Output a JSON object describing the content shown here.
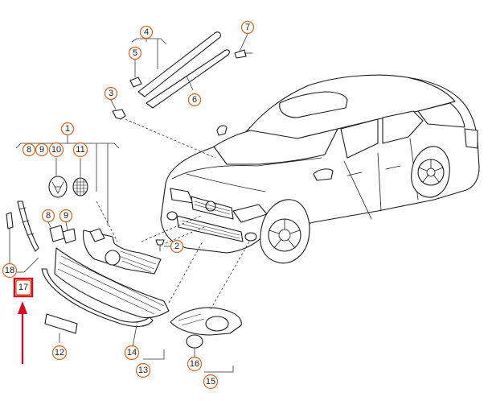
{
  "diagram": {
    "callouts": [
      {
        "id": "c1",
        "label": "1"
      },
      {
        "id": "c2",
        "label": "2"
      },
      {
        "id": "c3",
        "label": "3"
      },
      {
        "id": "c4",
        "label": "4"
      },
      {
        "id": "c5",
        "label": "5"
      },
      {
        "id": "c6",
        "label": "6"
      },
      {
        "id": "c7",
        "label": "7"
      },
      {
        "id": "c8a",
        "label": "8"
      },
      {
        "id": "c9a",
        "label": "9"
      },
      {
        "id": "c10",
        "label": "10"
      },
      {
        "id": "c11",
        "label": "11"
      },
      {
        "id": "c8b",
        "label": "8"
      },
      {
        "id": "c9b",
        "label": "9"
      },
      {
        "id": "c12",
        "label": "12"
      },
      {
        "id": "c13",
        "label": "13"
      },
      {
        "id": "c14",
        "label": "14"
      },
      {
        "id": "c15",
        "label": "15"
      },
      {
        "id": "c16",
        "label": "16"
      },
      {
        "id": "c17",
        "label": "17"
      },
      {
        "id": "c18",
        "label": "18"
      }
    ],
    "highlight": {
      "label": "17",
      "color": "#e0001b"
    },
    "colors": {
      "callout_ring": "#d9621b",
      "line": "#1a1a1a",
      "highlight": "#e0001b"
    }
  }
}
